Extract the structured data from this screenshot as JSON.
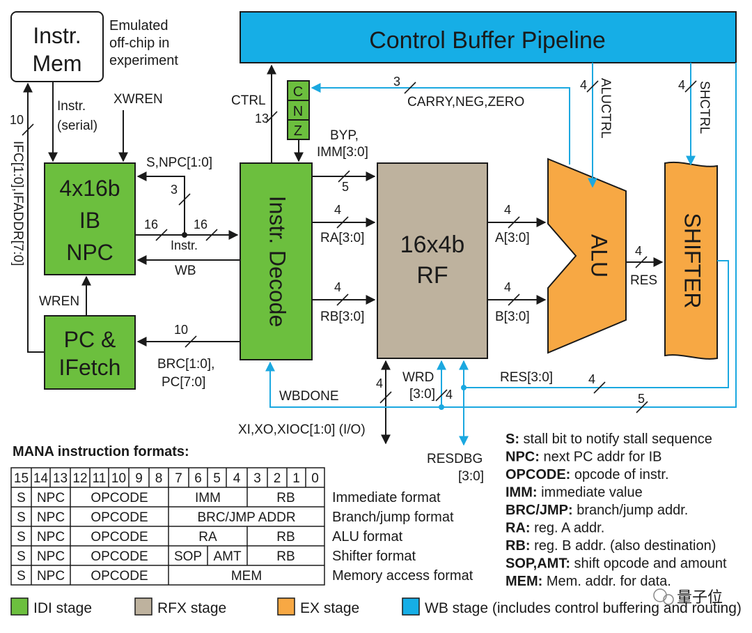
{
  "colors": {
    "idi": "#6cbf3e",
    "rfx": "#beb29e",
    "ex": "#f7a844",
    "wb": "#16aee6",
    "wire": "#1a1a1a",
    "wb_wire": "#1ba8e0"
  },
  "blocks": {
    "instr_mem": [
      "Instr.",
      "Mem"
    ],
    "offchip_note": [
      "Emulated",
      "off-chip in",
      "experiment"
    ],
    "ib_npc": [
      "4x16b",
      "IB",
      "NPC"
    ],
    "pc_ifetch": [
      "PC &",
      "IFetch"
    ],
    "instr_decode": "Instr. Decode",
    "rf": [
      "16x4b",
      "RF"
    ],
    "alu": "ALU",
    "shifter": "SHIFTER",
    "control_buffer": "Control Buffer Pipeline",
    "flags": [
      "C",
      "N",
      "Z"
    ]
  },
  "signals": {
    "instr_serial": [
      "Instr.",
      "(serial)"
    ],
    "xwren": "XWREN",
    "ifc_ifaddr": "IFC[1:0],IFADDR[7:0]",
    "ifc_width": "10",
    "s_npc": "S,NPC[1:0]",
    "s_npc_width": "3",
    "instr_width_in": "16",
    "instr_width_out": "16",
    "instr_label": "Instr.",
    "wb": "WB",
    "wren": "WREN",
    "brc_width": "10",
    "brc_pc": [
      "BRC[1:0],",
      "PC[7:0]"
    ],
    "ctrl": "CTRL",
    "ctrl_width": "13",
    "carry_width": "3",
    "carry": "CARRY,NEG,ZERO",
    "byp_imm": [
      "BYP,",
      "IMM[3:0]"
    ],
    "byp_width": "5",
    "ra_width": "4",
    "ra": "RA[3:0]",
    "rb_width": "4",
    "rb": "RB[3:0]",
    "a_width": "4",
    "a": "A[3:0]",
    "b_width": "4",
    "b": "B[3:0]",
    "aluctrl_width": "4",
    "aluctrl": "ALUCTRL",
    "shctrl_width": "4",
    "shctrl": "SHCTRL",
    "res_width": "4",
    "res": "RES",
    "res30": "RES[3:0]",
    "res30_width": "4",
    "sh_width": "5",
    "wbdone": "WBDONE",
    "xio_width": "4",
    "xio": "XI,XO,XIOC[1:0] (I/O)",
    "wrd": [
      "WRD",
      "[3:0]"
    ],
    "wrd_width": "4",
    "resdbg": [
      "RESDBG",
      "[3:0]"
    ]
  },
  "formats": {
    "title": "MANA instruction formats:",
    "bits": [
      "15",
      "14",
      "13",
      "12",
      "11",
      "10",
      "9",
      "8",
      "7",
      "6",
      "5",
      "4",
      "3",
      "2",
      "1",
      "0"
    ],
    "rows": [
      {
        "fields": [
          "S",
          "NPC",
          "OPCODE",
          "IMM",
          "RB"
        ],
        "name": "Immediate format"
      },
      {
        "fields": [
          "S",
          "NPC",
          "OPCODE",
          "BRC/JMP ADDR"
        ],
        "name": "Branch/jump format"
      },
      {
        "fields": [
          "S",
          "NPC",
          "OPCODE",
          "RA",
          "RB"
        ],
        "name": "ALU format"
      },
      {
        "fields": [
          "S",
          "NPC",
          "OPCODE",
          "SOP",
          "AMT",
          "RB"
        ],
        "name": "Shifter format"
      },
      {
        "fields": [
          "S",
          "NPC",
          "OPCODE",
          "MEM"
        ],
        "name": "Memory access format"
      }
    ]
  },
  "glossary": [
    {
      "term": "S:",
      "def": "stall bit to notify stall sequence"
    },
    {
      "term": "NPC:",
      "def": "next PC addr for IB"
    },
    {
      "term": "OPCODE:",
      "def": "opcode of instr."
    },
    {
      "term": "IMM:",
      "def": "immediate value"
    },
    {
      "term": "BRC/JMP:",
      "def": "branch/jump addr."
    },
    {
      "term": "RA:",
      "def": "reg. A addr."
    },
    {
      "term": "RB:",
      "def": "reg. B addr. (also destination)"
    },
    {
      "term": "SOP,AMT:",
      "def": "shift opcode and amount"
    },
    {
      "term": "MEM:",
      "def": "Mem. addr. for data."
    }
  ],
  "legend": [
    {
      "label": "IDI stage",
      "color": "#6cbf3e"
    },
    {
      "label": "RFX stage",
      "color": "#beb29e"
    },
    {
      "label": "EX stage",
      "color": "#f7a844"
    },
    {
      "label": "WB stage (includes control buffering and routing)",
      "color": "#16aee6"
    }
  ],
  "watermark": "量子位"
}
